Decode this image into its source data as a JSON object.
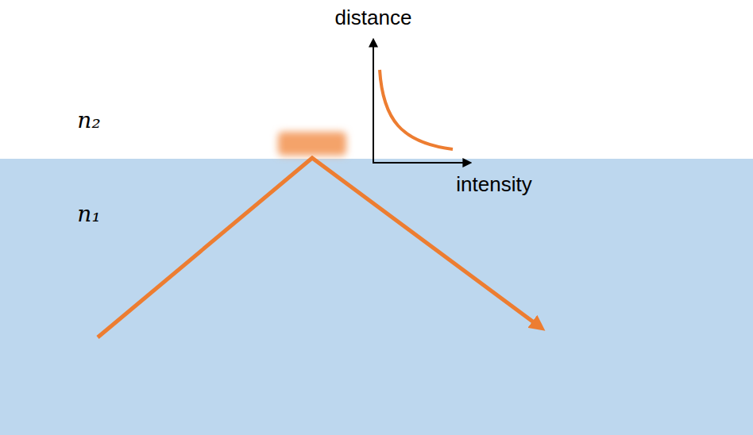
{
  "diagram": {
    "labels": [
      "distance",
      "intensity",
      "n₂",
      "n₁"
    ]
  }
}
